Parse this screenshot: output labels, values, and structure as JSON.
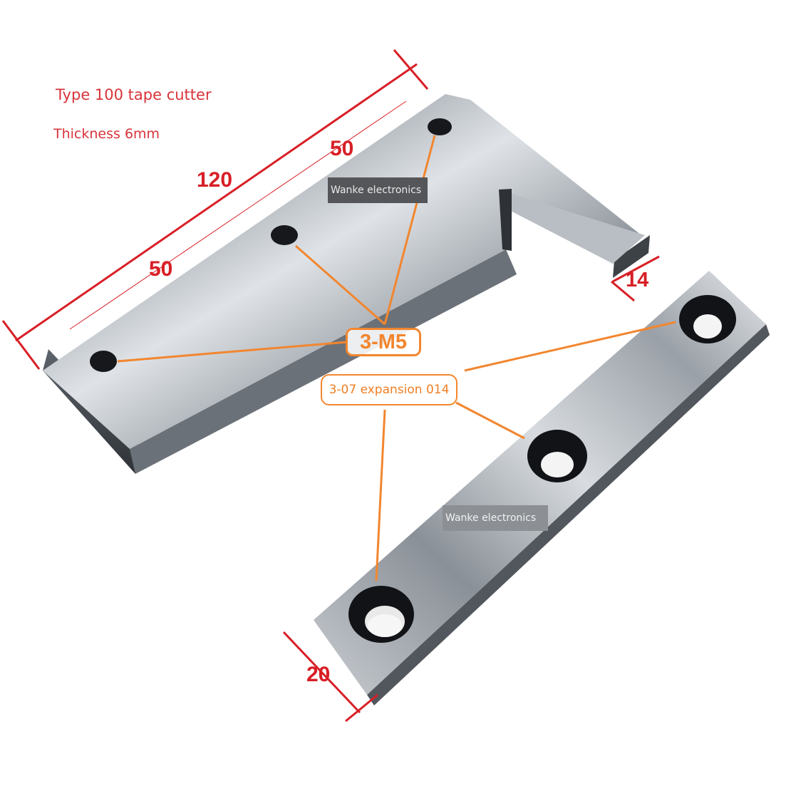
{
  "labels": {
    "title": "Type 100 tape cutter",
    "thickness": "Thickness 6mm",
    "dim_total": "120",
    "dim_segment_top": "50",
    "dim_segment_left": "50",
    "dim_width_l": "14",
    "dim_width_bar": "20",
    "watermark_top": "Wanke electronics",
    "watermark_bottom": "Wanke electronics",
    "callout_m5": "3-M5",
    "callout_counterbore": "3-07 expansion 014"
  },
  "colors": {
    "dimension_red": "#d81f26",
    "callout_orange": "#f2862f",
    "steel_light": "#d7dbe0",
    "steel_dark": "#6f757c"
  }
}
